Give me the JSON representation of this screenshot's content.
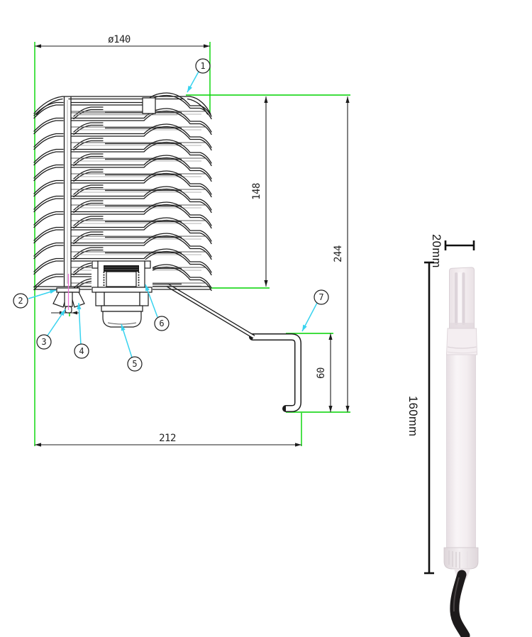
{
  "title": "Radiation shield technical drawing with temperature-humidity probe photo",
  "drawing": {
    "dimensions": {
      "top_diameter": "ø140",
      "shield_height": "148",
      "overall_height": "244",
      "bracket_drop": "60",
      "overall_width": "212"
    },
    "callouts": [
      "1",
      "2",
      "3",
      "4",
      "5",
      "6",
      "7"
    ],
    "colors": {
      "line": "#1c1c1c",
      "extension_line": "#00d400",
      "leader_line": "#38d3ef",
      "rod_highlight": "#ee6fd9"
    }
  },
  "probe": {
    "labels": {
      "tip_width": "20mm",
      "body_length": "160mm"
    },
    "colors": {
      "body": "#f3edf0",
      "cable": "#1d1a1b",
      "annotation": "#111111"
    }
  }
}
